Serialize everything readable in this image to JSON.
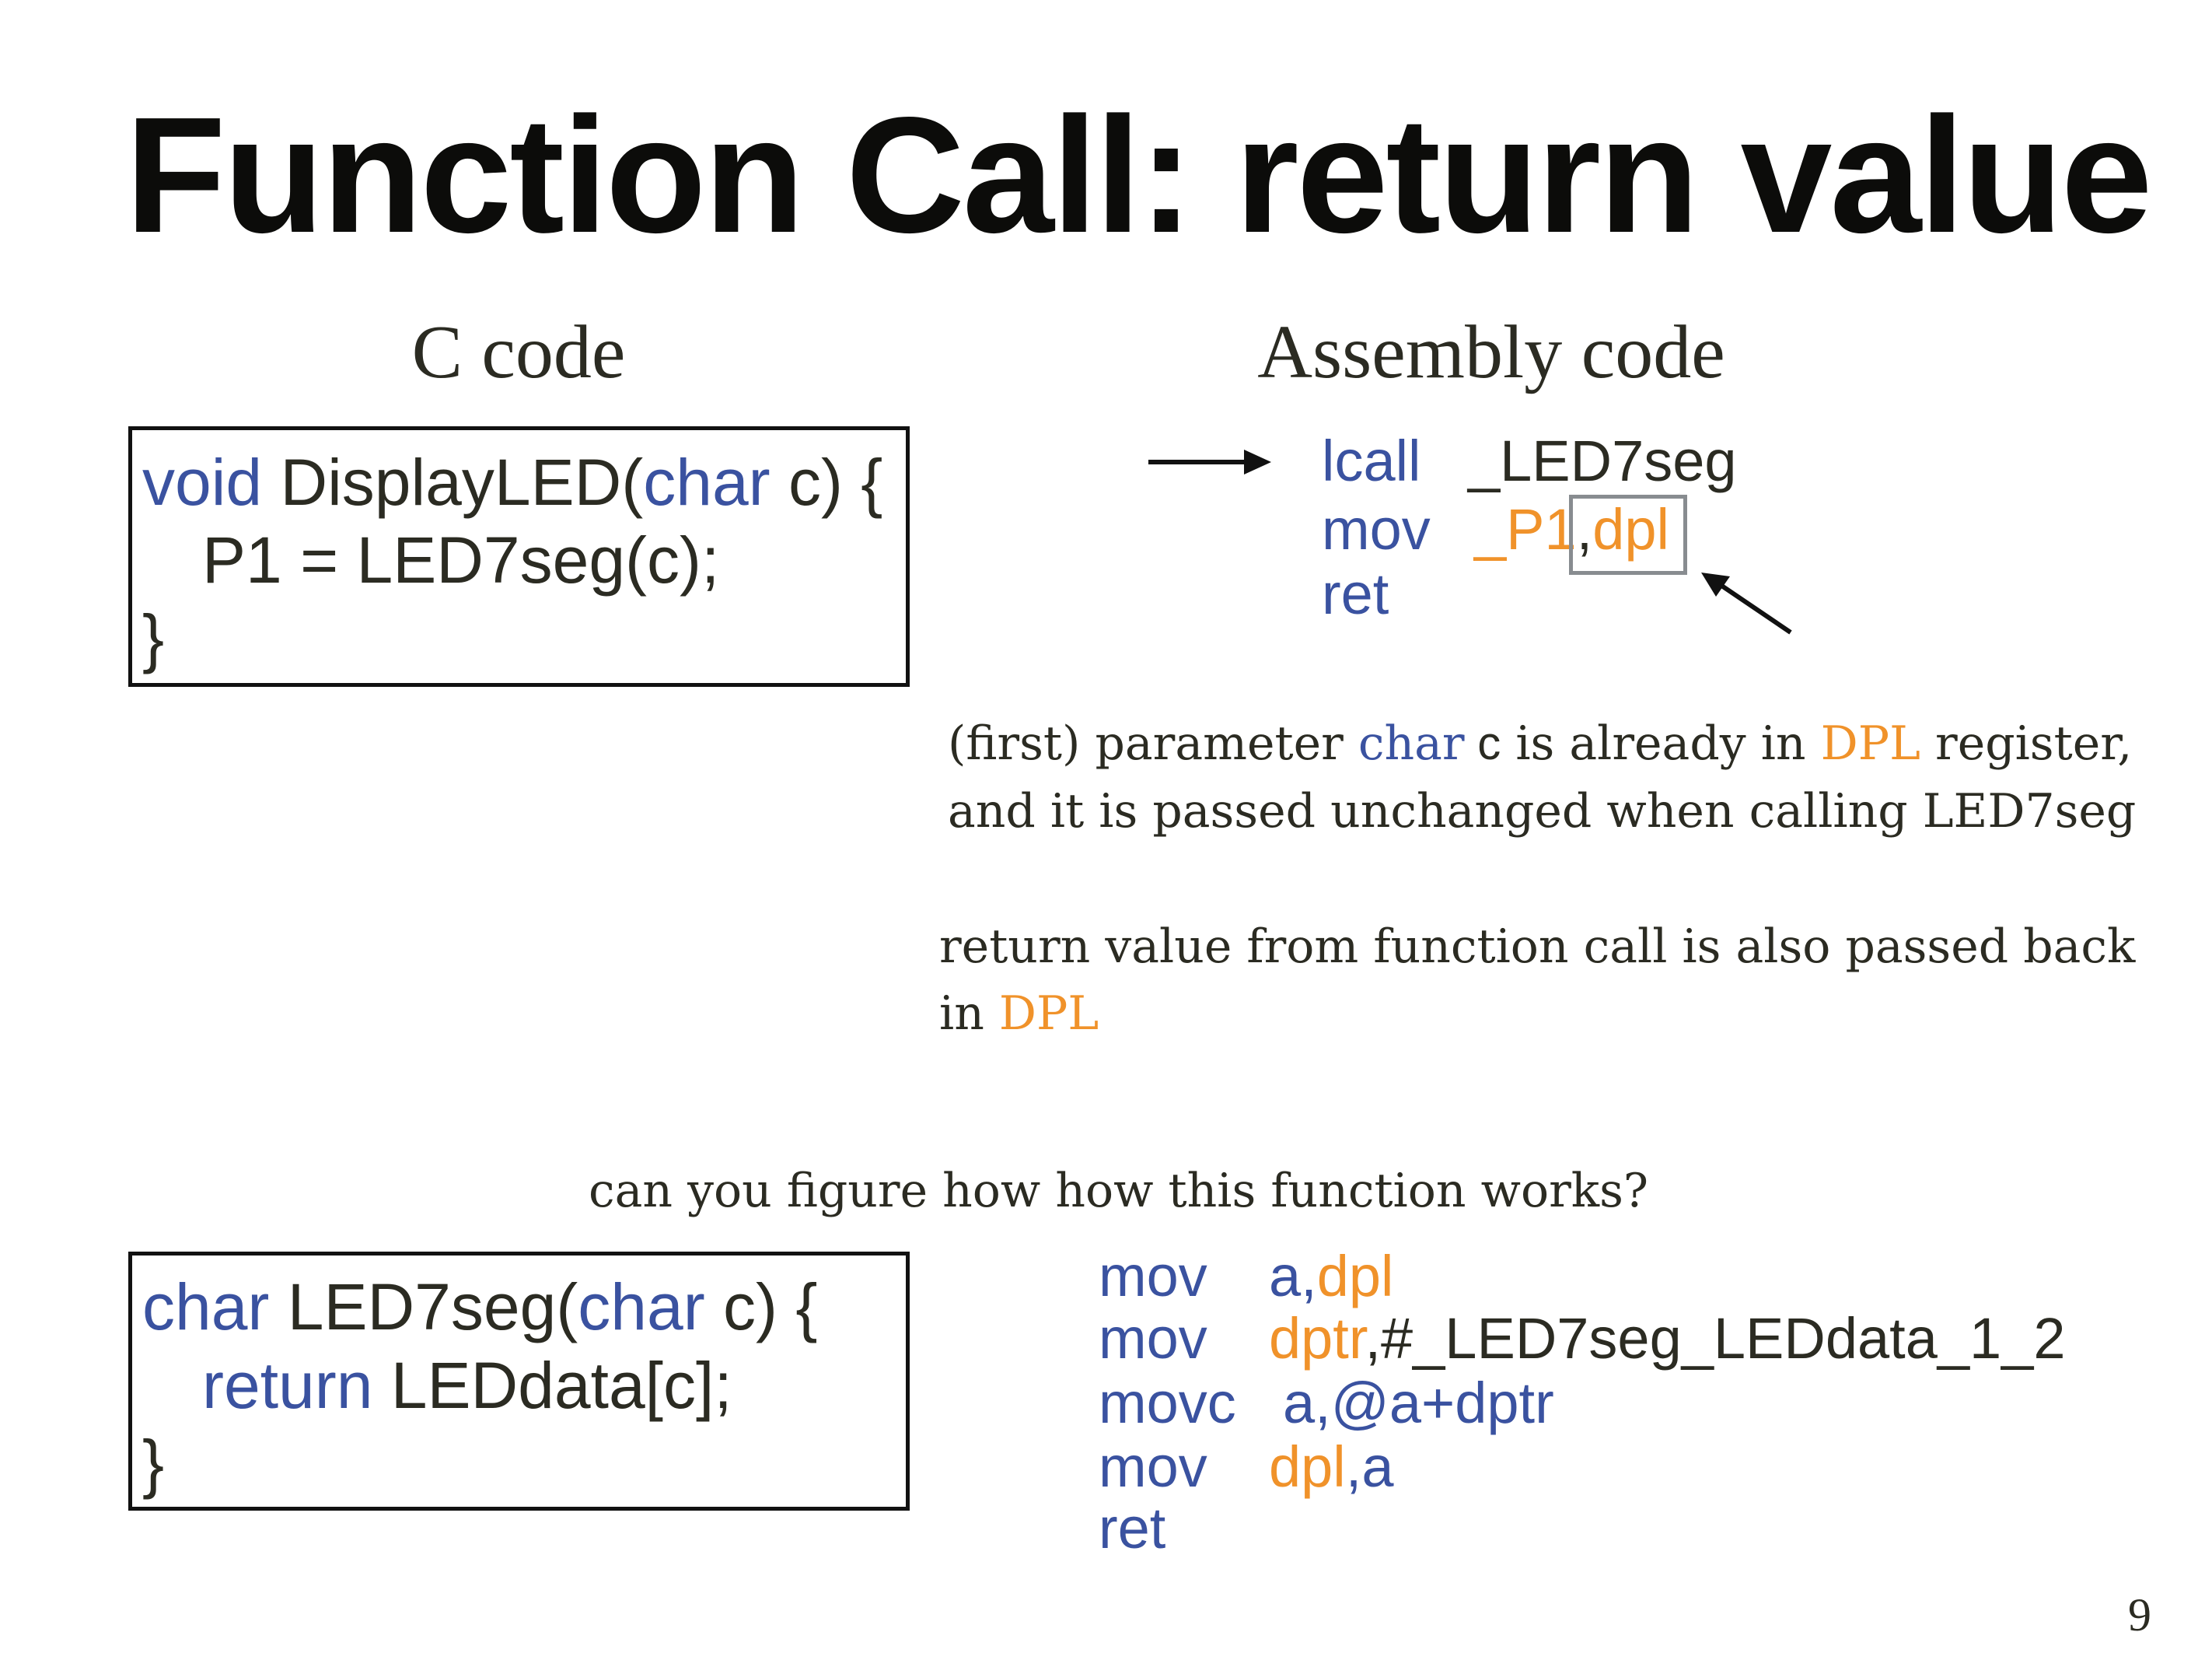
{
  "title": "Function Call: return value",
  "c_heading": "C code",
  "asm_heading": "Assembly code",
  "c_code_1": {
    "line1": {
      "kw1": "void",
      "name": " DisplayLED(",
      "kw2": "char",
      "rest": " c) {"
    },
    "line2": "P1 = LED7seg(c);",
    "line3": "}"
  },
  "asm_1": [
    {
      "op": "lcall",
      "arg": "_LED7seg"
    },
    {
      "op": "mov",
      "arg_a": "_P1",
      "comma": ",",
      "arg_b": "dpl"
    },
    {
      "op": "ret"
    }
  ],
  "para1": {
    "l1a": "(first) parameter ",
    "l1b": "char",
    "l1c": " c",
    "l1d": " is already in ",
    "l1e": "DPL",
    "l1f": " register,",
    "l2": "and it is passed unchanged when calling LED7seg"
  },
  "para2": {
    "l1": "return value from function call is also passed back",
    "l2a": "in ",
    "l2b": "DPL"
  },
  "question": "can you figure how how this function works?",
  "c_code_2": {
    "line1": {
      "kw1": "char",
      "name": " LED7seg(",
      "kw2": "char",
      "rest": " c) {"
    },
    "line2": {
      "kw": "return",
      "rest": " LEDdata[c];"
    },
    "line3": "}"
  },
  "asm_2": [
    {
      "op": "mov",
      "a": "a,",
      "b": "dpl"
    },
    {
      "op": "mov",
      "a": "dptr",
      "b": ",#_LED7seg_LEDdata_1_2"
    },
    {
      "op": "movc",
      "a": "a,@a+dptr"
    },
    {
      "op": "mov",
      "a": "dpl",
      "b": ",a"
    },
    {
      "op": "ret"
    }
  ],
  "page_number": "9",
  "colors": {
    "keyword": "#3a52a0",
    "register": "#f0922a",
    "text": "#2b2b22",
    "highlight_box": "#888c90"
  }
}
